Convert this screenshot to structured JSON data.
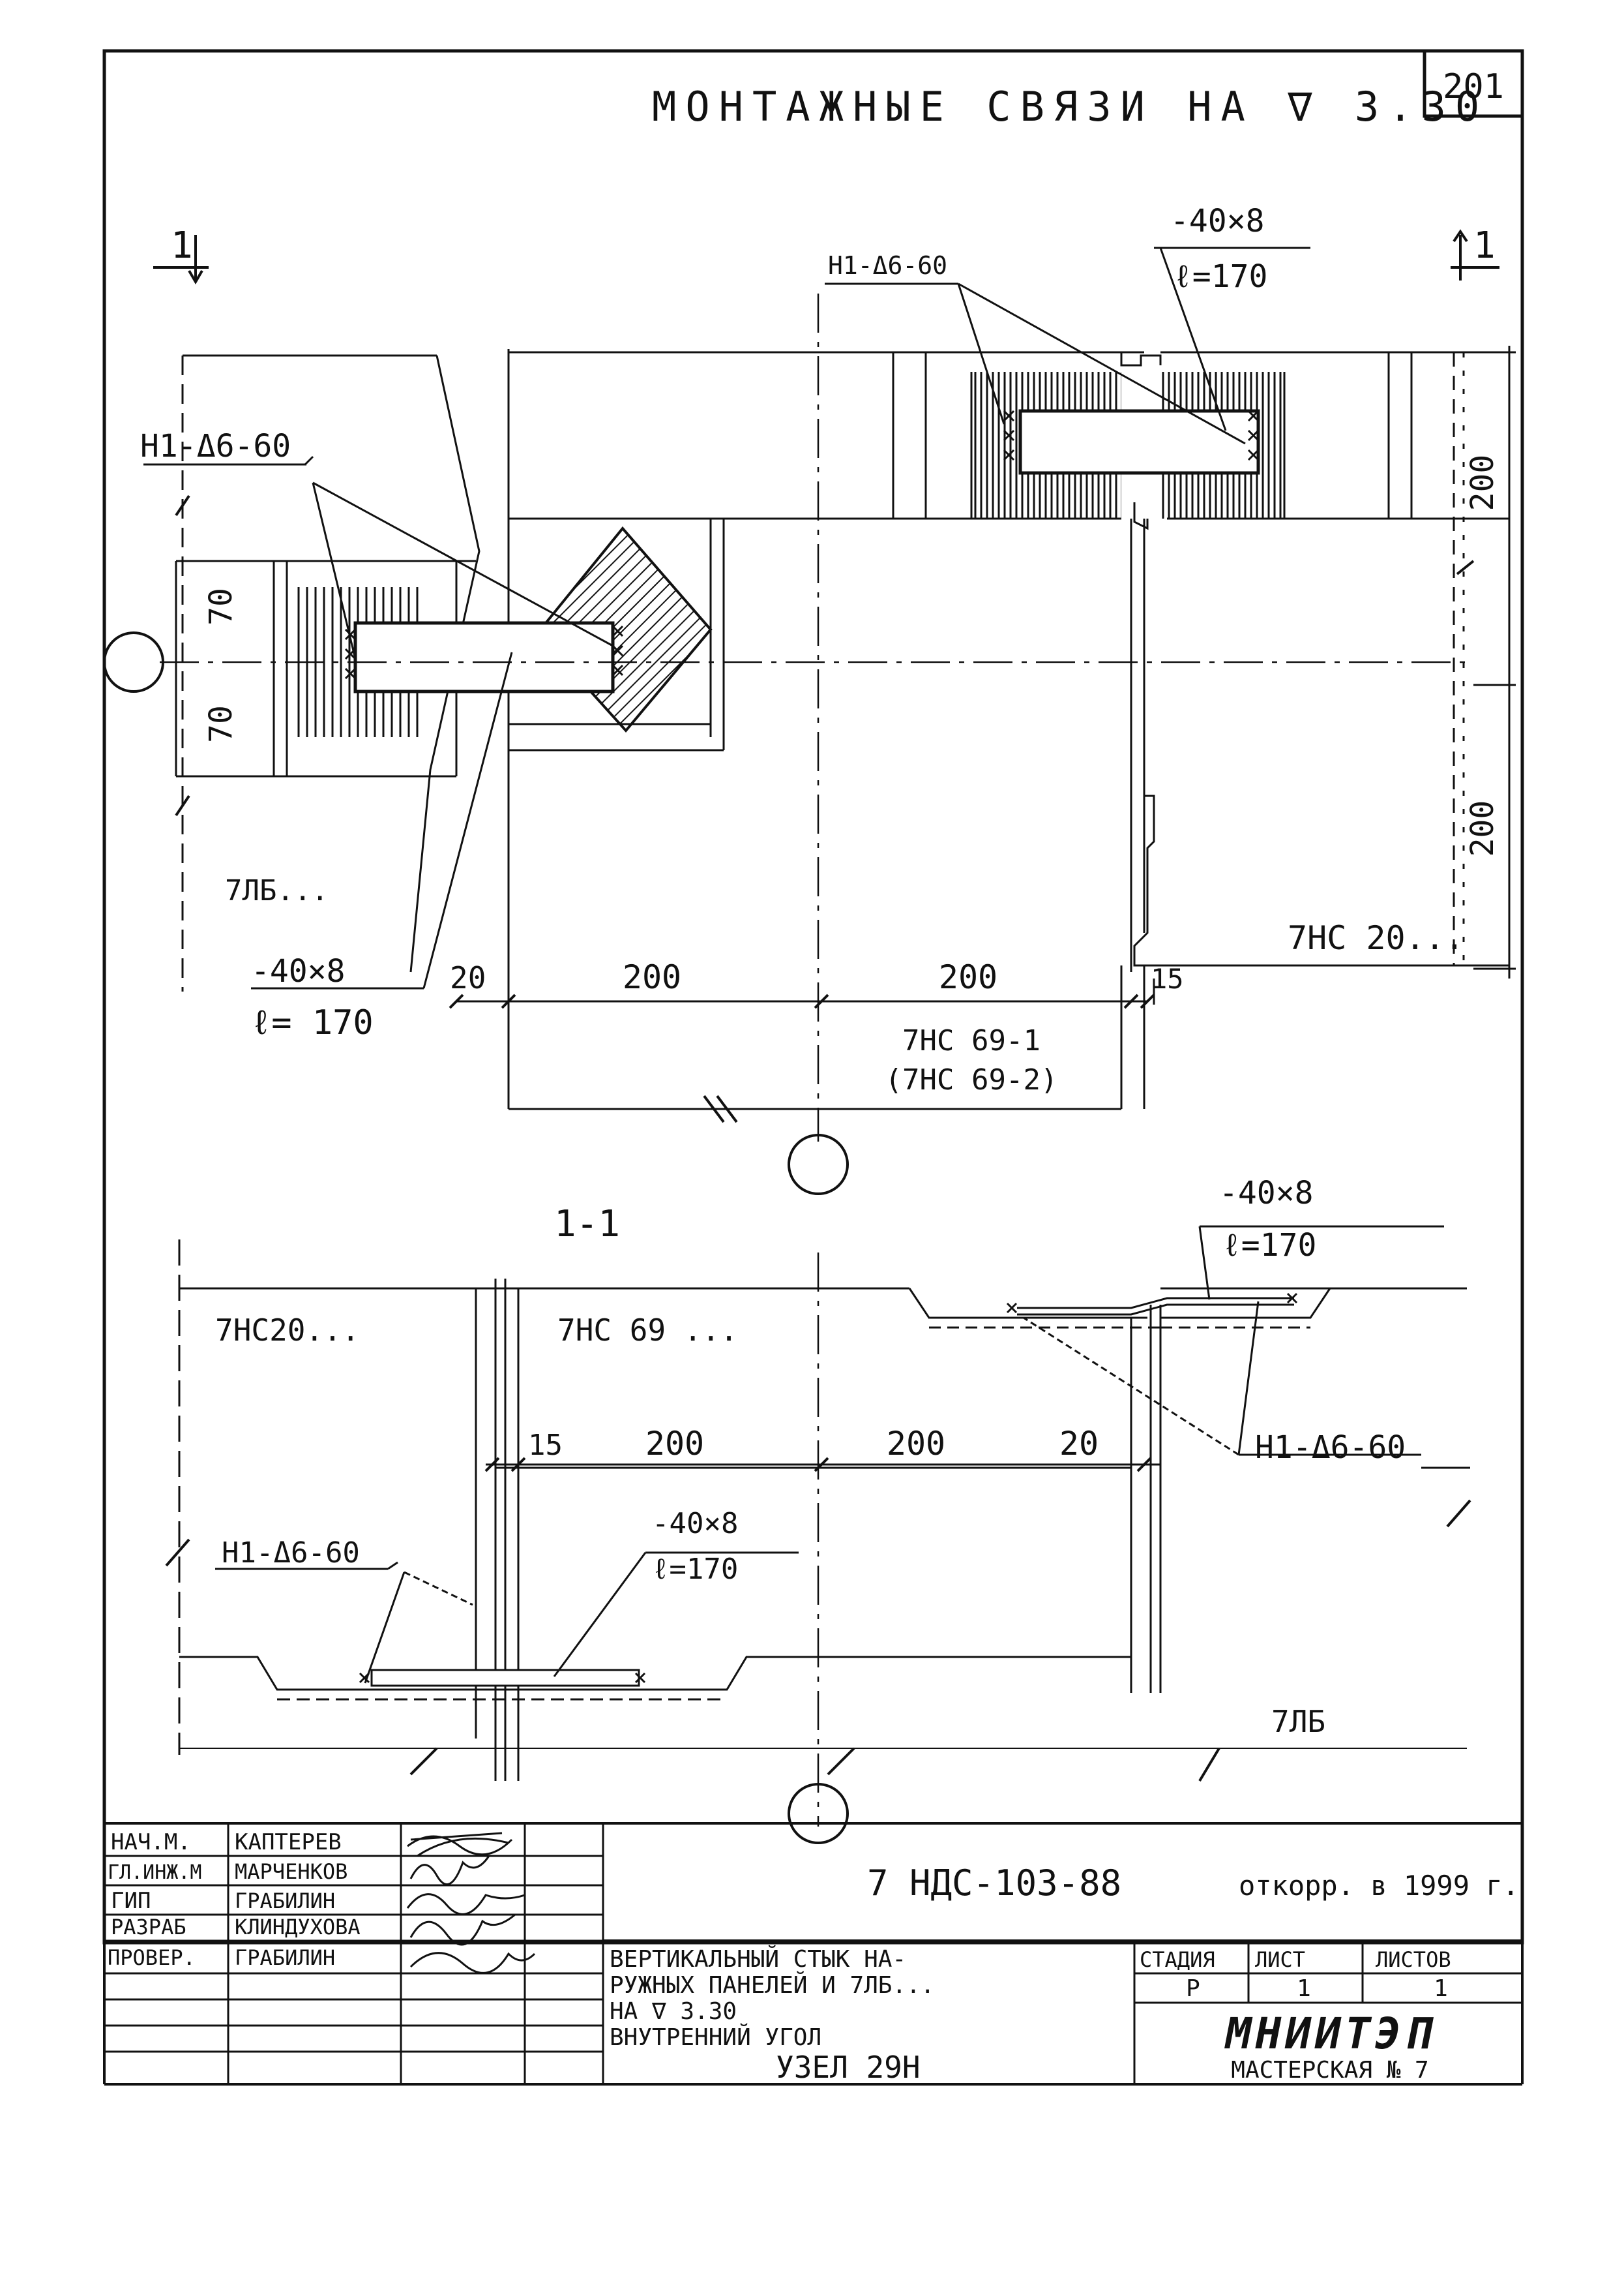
{
  "sheet_number": "201",
  "title": "МОНТАЖНЫЕ СВЯЗИ НА ∇ 3.30",
  "plan": {
    "cut_mark_left": "1",
    "cut_mark_right": "1",
    "weld_top": "Н1-Δ6-60",
    "plate_top_size": "-40×8",
    "plate_top_length": "ℓ=170",
    "weld_left": "Н1-Δ6-60",
    "dim_70_upper": "70",
    "dim_70_lower": "70",
    "dim_200_right_upper": "200",
    "dim_200_right_lower": "200",
    "label_7lb": "7ЛБ...",
    "label_7ns20": "7НС 20...",
    "plate_left_size": "-40×8",
    "plate_left_length": "ℓ= 170",
    "dim_20": "20",
    "dim_200_a": "200",
    "dim_200_b": "200",
    "dim_15": "15",
    "panel_mark": "7НС 69-1",
    "panel_mark_alt": "(7НС 69-2)"
  },
  "section": {
    "title": "1-1",
    "plate_top_size": "-40×8",
    "plate_top_length": "ℓ=170",
    "label_7ns20": "7НС20...",
    "label_7ns69": "7НС 69 ...",
    "weld_right": "Н1-Δ6-60",
    "dim_15": "15",
    "dim_200_a": "200",
    "dim_200_b": "200",
    "dim_20": "20",
    "weld_left": "Н1-Δ6-60",
    "plate_bottom_size": "-40×8",
    "plate_bottom_length": "ℓ=170",
    "label_7lb": "7ЛБ"
  },
  "title_block": {
    "rows": [
      {
        "role": "НАЧ.М.",
        "name": "КАПТЕРЕВ"
      },
      {
        "role": "ГЛ.ИНЖ.М",
        "name": "МАРЧЕНКОВ"
      },
      {
        "role": "ГИП",
        "name": "ГРАБИЛИН"
      },
      {
        "role": "РАЗРАБ",
        "name": "КЛИНДУХОВА"
      },
      {
        "role": "ПРОВЕР.",
        "name": "ГРАБИЛИН"
      }
    ],
    "doc_code": "7 НДС-103-88",
    "revision": "откорр. в 1999 г.",
    "description": [
      "ВЕРТИКАЛЬНЫЙ СТЫК НА-",
      "РУЖНЫХ ПАНЕЛЕЙ И 7ЛБ...",
      "НА ∇ 3.30",
      "ВНУТРЕННИЙ УГОЛ"
    ],
    "node": "УЗЕЛ 29Н",
    "stage_label": "СТАДИЯ",
    "sheet_label": "ЛИСТ",
    "sheets_label": "ЛИСТОВ",
    "stage": "Р",
    "sheet": "1",
    "sheets": "1",
    "org": "МНИИТЭП",
    "workshop": "МАСТЕРСКАЯ № 7"
  }
}
